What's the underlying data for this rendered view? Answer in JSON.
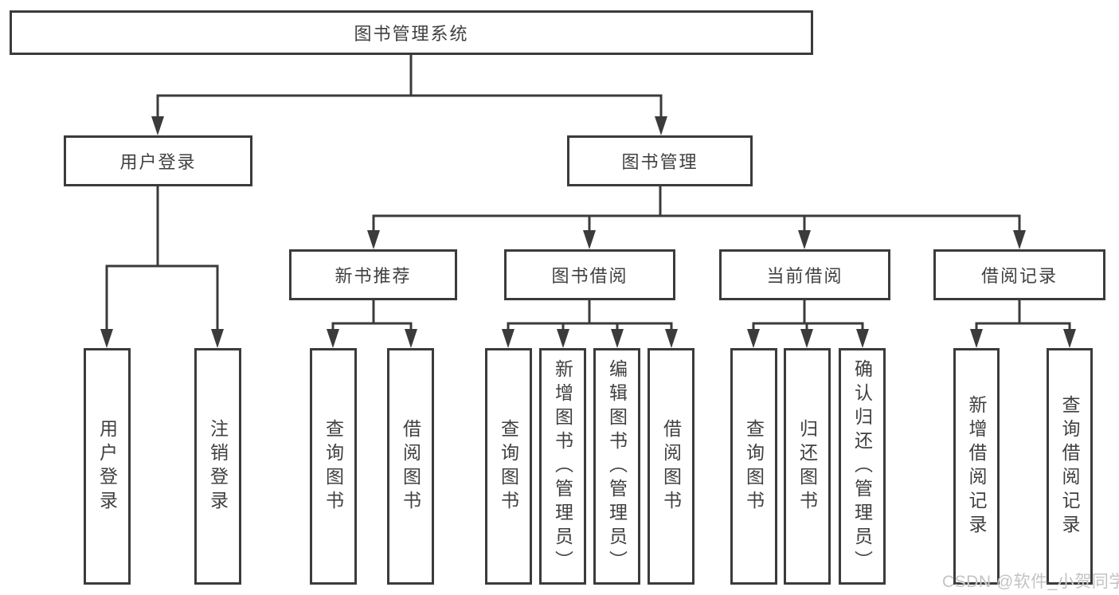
{
  "diagram": {
    "root": {
      "label": "图书管理系统"
    },
    "level2": [
      {
        "label": "用户登录"
      },
      {
        "label": "图书管理"
      }
    ],
    "level3": [
      {
        "label": "新书推荐"
      },
      {
        "label": "图书借阅"
      },
      {
        "label": "当前借阅"
      },
      {
        "label": "借阅记录"
      }
    ],
    "leaves": [
      {
        "label": "用户登录"
      },
      {
        "label": "注销登录"
      },
      {
        "label": "查询图书"
      },
      {
        "label": "借阅图书"
      },
      {
        "label": "查询图书"
      },
      {
        "label": "新增图书（管理员）"
      },
      {
        "label": "编辑图书（管理员）"
      },
      {
        "label": "借阅图书"
      },
      {
        "label": "查询图书"
      },
      {
        "label": "归还图书"
      },
      {
        "label": "确认归还（管理员）"
      },
      {
        "label": "新增借阅记录"
      },
      {
        "label": "查询借阅记录"
      }
    ]
  },
  "watermark": {
    "text": "CSDN @软件_小贺同学"
  },
  "colors": {
    "line": "#3b3b3b",
    "box_border": "#3b3b3b",
    "text": "#404040",
    "watermark": "#c3c3c3",
    "background": "#ffffff"
  }
}
